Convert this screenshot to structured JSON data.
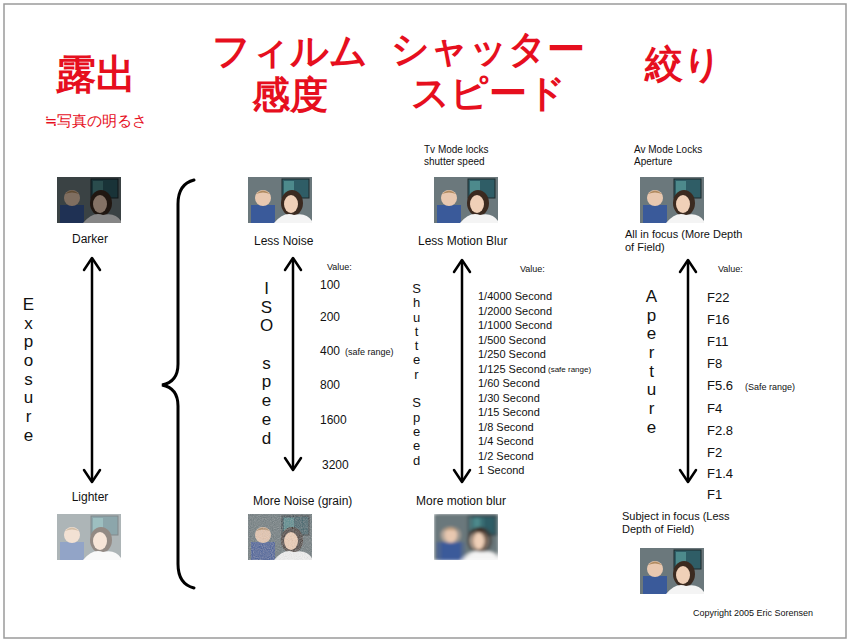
{
  "diagram": {
    "labels": [
      "露出",
      "≒写真の明るさ",
      "フィルム 感度",
      "シャッター スピード",
      "絞り",
      "Darker",
      "Exposure",
      "Lighter",
      "Less Noise",
      "ISO speed",
      "Value:",
      "100",
      "200",
      "400",
      "(safe range)",
      "800",
      "1600",
      "3200",
      "More Noise (grain)",
      "Tv Mode locks shutter speed",
      "Less Motion Blur",
      "Shutter Speed",
      "Value:",
      "1/4000 Second",
      "1/2000 Second",
      "1/1000 Second",
      "1/500 Second",
      "1/250 Second",
      "1/125 Second",
      "(safe range)",
      "1/60 Second",
      "1/30 Second",
      "1/15 Second",
      "1/8 Second",
      "1/4 Second",
      "1/2 Second",
      "1 Second",
      "More motion blur",
      "Av Mode Locks Aperture",
      "All in focus (More Depth of Field)",
      "Aperture",
      "Value:",
      "F22",
      "F16",
      "F11",
      "F8",
      "F5.6",
      "(Safe range)",
      "F4",
      "F2.8",
      "F2",
      "F1.4",
      "F1",
      "Subject in focus (Less Depth of Field)",
      "Copyright 2005 Eric Sorensen"
    ]
  }
}
